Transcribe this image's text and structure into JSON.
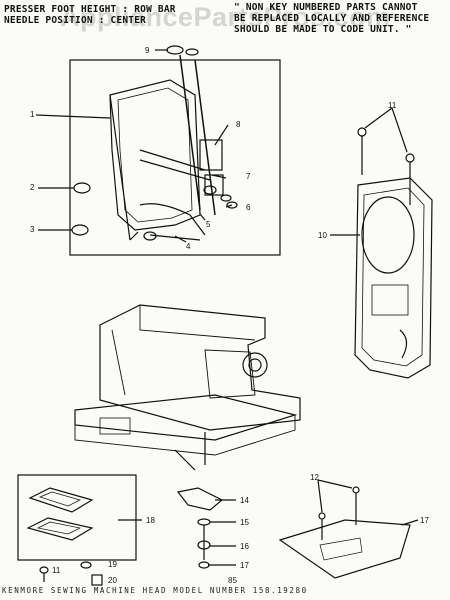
{
  "notes": {
    "left_line1": "PRESSER FOOT HEIGHT : ROW BAR",
    "left_line2": "NEEDLE POSITION : CENTER",
    "right_line1": "\" NON KEY NUMBERED PARTS CANNOT",
    "right_line2": "BE REPLACED LOCALLY AND REFERENCE",
    "right_line3": "SHOULD BE MADE TO CODE UNIT. \""
  },
  "watermark": "AppliancePartsPros.com",
  "footer": "KENMORE SEWING MACHINE HEAD MODEL NUMBER 158.19280",
  "page_number": "85",
  "callouts": [
    "1",
    "2",
    "3",
    "4",
    "5",
    "6",
    "7",
    "8",
    "9",
    "10",
    "11",
    "12",
    "14",
    "15",
    "16",
    "17",
    "17",
    "18",
    "19",
    "20",
    "11"
  ],
  "colors": {
    "ink": "#111111",
    "paper": "#fbfbf8",
    "watermark": "#969696"
  }
}
